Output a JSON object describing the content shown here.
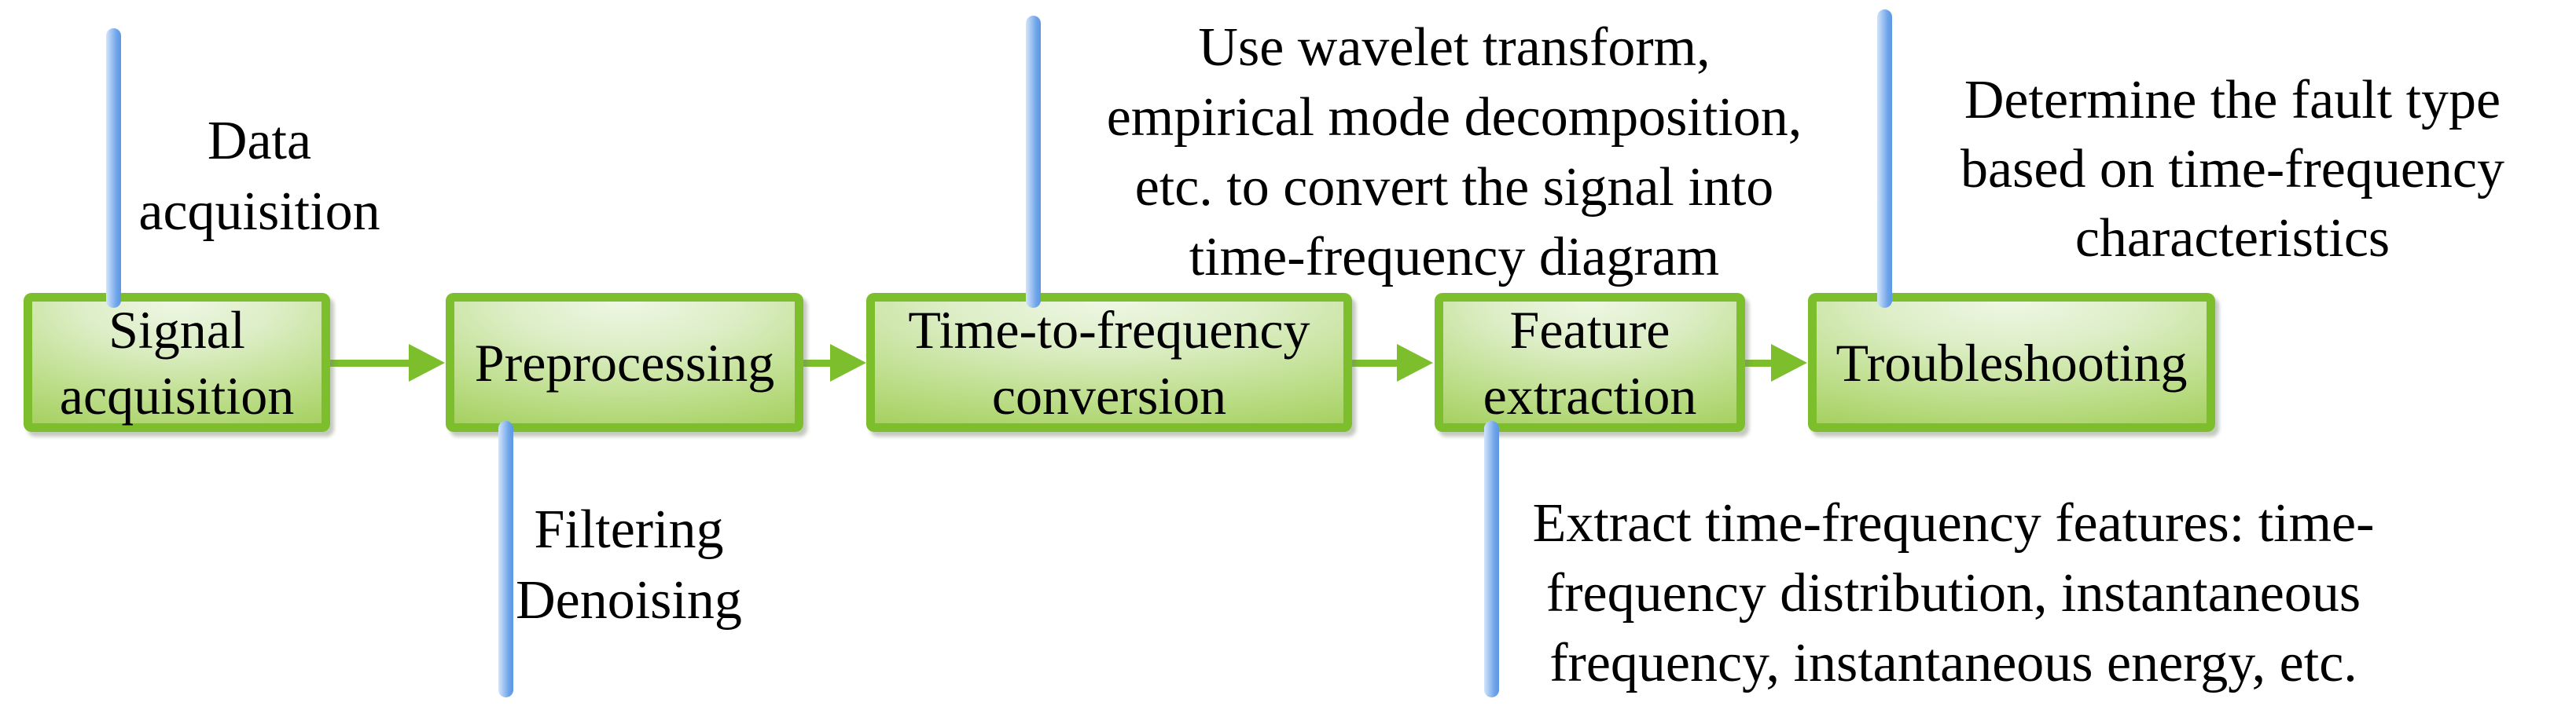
{
  "figure": {
    "type": "flowchart",
    "description": "Time-frequency fault diagnosis signal processing pipeline"
  },
  "colors": {
    "box_border_green": "#7cbe2b",
    "box_fill_highlight": "#eef7e4",
    "box_fill_green": "#9aca52",
    "arrow_green": "#7cbe2b",
    "callout_blue_light": "#d3e5fa",
    "callout_blue_dark": "#5d97e3",
    "text": "#000000",
    "background": "#ffffff"
  },
  "boxes": [
    {
      "label": "Signal acquisition"
    },
    {
      "label": "Preprocessing"
    },
    {
      "label": "Time-to-frequency conversion"
    },
    {
      "label": "Feature extraction"
    },
    {
      "label": "Troubleshooting"
    }
  ],
  "annotations": {
    "data_acquisition": {
      "lines": [
        "Data",
        "acquisition"
      ]
    },
    "filtering": {
      "lines": [
        "Filtering",
        "Denoising"
      ]
    },
    "wavelet": {
      "lines": [
        "Use wavelet transform,",
        "empirical mode decomposition,",
        "etc. to convert the signal into",
        "time-frequency diagram"
      ]
    },
    "extract": {
      "lines": [
        "Extract time-frequency features: time-",
        "frequency distribution, instantaneous",
        "frequency, instantaneous energy, etc."
      ]
    },
    "determine": {
      "lines": [
        "Determine the fault type",
        "based on time-frequency",
        "characteristics"
      ]
    }
  }
}
